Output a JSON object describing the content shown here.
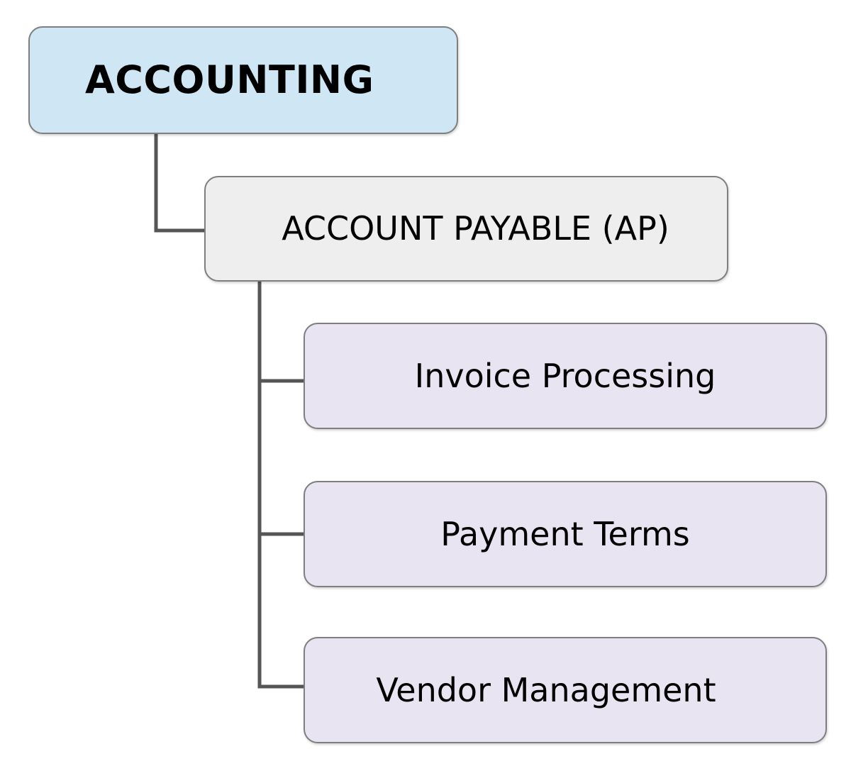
{
  "diagram": {
    "type": "hierarchy-tree",
    "orientation": "top-down-left-indented",
    "background_color": "#ffffff",
    "connector_color": "#555555",
    "levels": 3,
    "root": {
      "label": "ACCOUNTING",
      "fill_color": "#cfe7f5",
      "border_color": "#7f7f7f",
      "text_color": "#000000",
      "font_weight": "bold"
    },
    "branch": {
      "label": "ACCOUNT PAYABLE (AP)",
      "fill_color": "#eeeeee",
      "border_color": "#7f7f7f",
      "text_color": "#000000",
      "font_weight": "normal"
    },
    "leaves": [
      {
        "label": "Invoice Processing",
        "fill_color": "#e8e4f1",
        "border_color": "#7f7f7f",
        "text_color": "#000000"
      },
      {
        "label": "Payment Terms",
        "fill_color": "#e8e4f1",
        "border_color": "#7f7f7f",
        "text_color": "#000000"
      },
      {
        "label": "Vendor Management",
        "fill_color": "#e8e4f1",
        "border_color": "#7f7f7f",
        "text_color": "#000000"
      }
    ]
  }
}
